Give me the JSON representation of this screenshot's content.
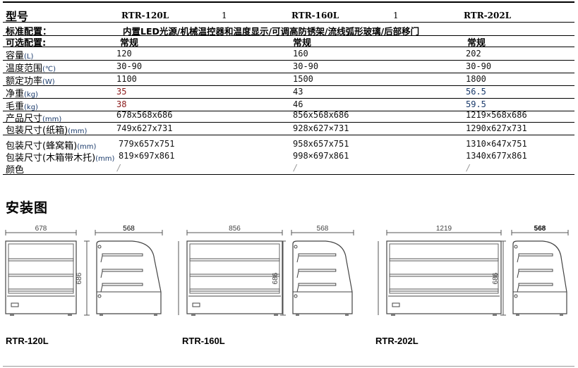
{
  "spec_table": {
    "header": {
      "label": "型号",
      "models": [
        "RTR-120L",
        "RTR-160L",
        "RTR-202L"
      ],
      "qty": [
        "1",
        "1"
      ]
    },
    "standard": {
      "label": "标准配置：",
      "value": "内置LED光源/机械温控器和温度显示/可调高防锈架/流线弧形玻璃/后部移门"
    },
    "optional": {
      "label": "可选配置:",
      "values": [
        "常规",
        "常规",
        "常规"
      ]
    },
    "rows": [
      {
        "label": "容量",
        "unit": "(L)",
        "values": [
          "120",
          "160",
          "202"
        ]
      },
      {
        "label": "温度范围",
        "unit": "(℃)",
        "values": [
          "30-90",
          "30-90",
          "30-90"
        ]
      },
      {
        "label": "额定功率",
        "unit": "(W)",
        "values": [
          "1100",
          "1500",
          "1800"
        ]
      },
      {
        "label": "净重",
        "unit": "(kg)",
        "values": [
          "35",
          "43",
          "56.5"
        ]
      },
      {
        "label": "毛重",
        "unit": "(kg)",
        "values": [
          "38",
          "46",
          "59.5"
        ]
      },
      {
        "label": "产品尺寸",
        "unit": "(mm)",
        "values": [
          "678x568x686",
          "856x568x686",
          "1219×568x686"
        ]
      },
      {
        "label": "包装尺寸(纸箱)",
        "unit": "(mm)",
        "values": [
          "749x627x731",
          "928x627×731",
          "1290x627x731"
        ]
      },
      {
        "label": "包装尺寸(蜂窝箱)",
        "unit": "(mm)",
        "values": [
          "779x657x751",
          "958x657x751",
          "1310×647x751"
        ]
      },
      {
        "label": "包装尺寸(木箱带木托)",
        "unit": "(mm)",
        "values": [
          "819×697x861",
          "998×697x861",
          "1340x677x861"
        ]
      },
      {
        "label": "颜色",
        "unit": "",
        "values": [
          "/",
          "/",
          "/"
        ]
      }
    ]
  },
  "install": {
    "title": "安装图",
    "diagrams": [
      {
        "model": "RTR-120L",
        "width": "678",
        "depth": "568",
        "height": "686"
      },
      {
        "model": "RTR-160L",
        "width": "856",
        "depth": "568",
        "height": "686"
      },
      {
        "model": "RTR-202L",
        "width": "1219",
        "depth": "568",
        "height": "686"
      }
    ]
  }
}
